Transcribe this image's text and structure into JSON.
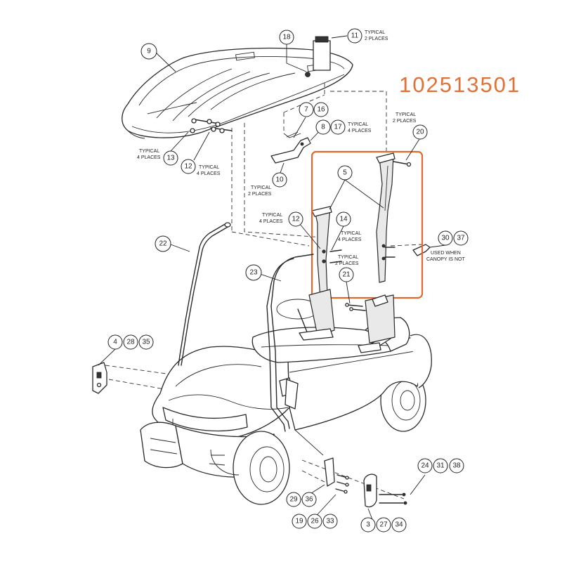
{
  "document_number": "102513501",
  "callouts": [
    {
      "id": "c9",
      "numbers": [
        "9"
      ]
    },
    {
      "id": "c18",
      "numbers": [
        "18"
      ]
    },
    {
      "id": "c11",
      "numbers": [
        "11"
      ]
    },
    {
      "id": "c7-16",
      "numbers": [
        "7",
        "16"
      ]
    },
    {
      "id": "c8-17",
      "numbers": [
        "8",
        "17"
      ]
    },
    {
      "id": "c13",
      "numbers": [
        "13"
      ]
    },
    {
      "id": "c12-top",
      "numbers": [
        "12"
      ]
    },
    {
      "id": "c10",
      "numbers": [
        "10"
      ]
    },
    {
      "id": "c20",
      "numbers": [
        "20"
      ]
    },
    {
      "id": "c5",
      "numbers": [
        "5"
      ]
    },
    {
      "id": "c12-mid",
      "numbers": [
        "12"
      ]
    },
    {
      "id": "c14",
      "numbers": [
        "14"
      ]
    },
    {
      "id": "c30-37",
      "numbers": [
        "30",
        "37"
      ]
    },
    {
      "id": "c21",
      "numbers": [
        "21"
      ]
    },
    {
      "id": "c22",
      "numbers": [
        "22"
      ]
    },
    {
      "id": "c23",
      "numbers": [
        "23"
      ]
    },
    {
      "id": "c4-28-35",
      "numbers": [
        "4",
        "28",
        "35"
      ]
    },
    {
      "id": "c24-31-38",
      "numbers": [
        "24",
        "31",
        "38"
      ]
    },
    {
      "id": "c29-36",
      "numbers": [
        "29",
        "36"
      ]
    },
    {
      "id": "c19-26-33",
      "numbers": [
        "19",
        "26",
        "33"
      ]
    },
    {
      "id": "c3-27-34",
      "numbers": [
        "3",
        "27",
        "34"
      ]
    }
  ],
  "notes": {
    "n11": [
      "TYPICAL",
      "2 PLACES"
    ],
    "n8": [
      "TYPICAL",
      "4 PLACES"
    ],
    "n13": [
      "TYPICAL",
      "4 PLACES"
    ],
    "n12": [
      "TYPICAL",
      "4 PLACES"
    ],
    "n10": [
      "TYPICAL",
      "2 PLACES"
    ],
    "n20": [
      "TYPICAL",
      "2 PLACES"
    ],
    "n12mid": [
      "TYPICAL",
      "4 PLACES"
    ],
    "n14a": [
      "TYPICAL",
      "4 PLACES"
    ],
    "n14b": [
      "TYPICAL",
      "2 PLACES"
    ],
    "n30": [
      "USED WHEN",
      "CANOPY IS NOT"
    ]
  },
  "highlight_color": "#e06a2c",
  "document_number_color": "#e07238"
}
